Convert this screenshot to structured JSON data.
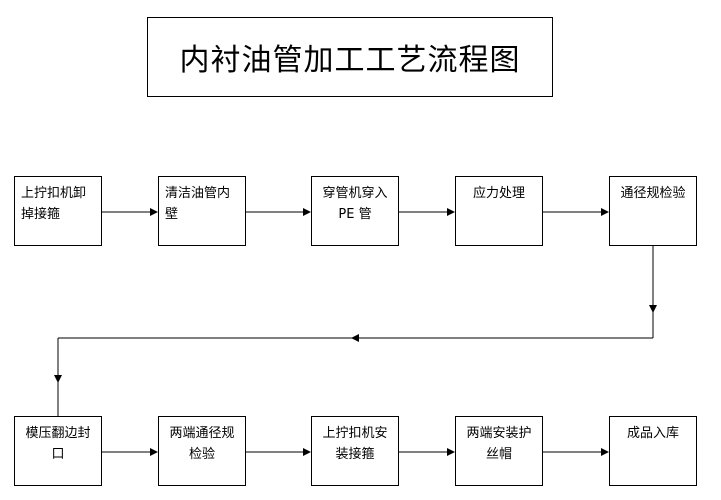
{
  "title": "内衬油管加工工艺流程图",
  "row1": [
    {
      "id": "n1",
      "label": "上拧扣机卸掉接箍"
    },
    {
      "id": "n2",
      "label": "清洁油管内壁"
    },
    {
      "id": "n3",
      "label": "穿管机穿入PE 管"
    },
    {
      "id": "n4",
      "label": "应力处理"
    },
    {
      "id": "n5",
      "label": "通径规检验"
    }
  ],
  "row2": [
    {
      "id": "n6",
      "label": "模压翻边封口"
    },
    {
      "id": "n7",
      "label": "两端通径规检验"
    },
    {
      "id": "n8",
      "label": "上拧扣机安装接箍"
    },
    {
      "id": "n9",
      "label": "两端安装护丝帽"
    },
    {
      "id": "n10",
      "label": "成品入库"
    }
  ]
}
